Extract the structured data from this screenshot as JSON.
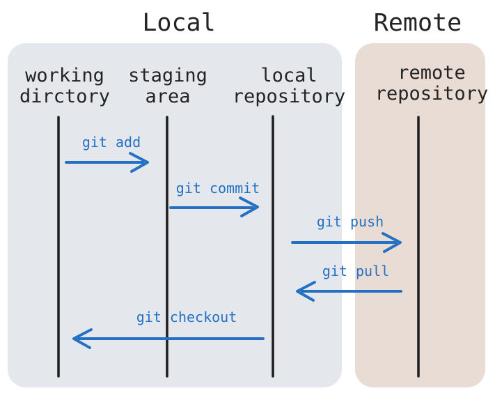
{
  "sections": [
    {
      "title": "Local"
    },
    {
      "title": "Remote"
    }
  ],
  "columns": [
    {
      "line1": "working",
      "line2": "dirctory",
      "section": "Local"
    },
    {
      "line1": "staging",
      "line2": "area",
      "section": "Local"
    },
    {
      "line1": "local",
      "line2": "repository",
      "section": "Local"
    },
    {
      "line1": "remote",
      "line2": "repository",
      "section": "Remote"
    }
  ],
  "arrows": [
    {
      "label": "git add",
      "from": "working dirctory",
      "to": "staging area",
      "direction": "right"
    },
    {
      "label": "git commit",
      "from": "staging area",
      "to": "local repository",
      "direction": "right"
    },
    {
      "label": "git push",
      "from": "local repository",
      "to": "remote repository",
      "direction": "right"
    },
    {
      "label": "git pull",
      "from": "remote repository",
      "to": "local repository",
      "direction": "left"
    },
    {
      "label": "git checkout",
      "from": "local repository",
      "to": "working dirctory",
      "direction": "left"
    }
  ],
  "colors": {
    "local_box": "#e4e8ec",
    "remote_box": "#e8dcd5",
    "arrow": "#2471c4",
    "lifeline": "#1d1d1d",
    "text": "#242424"
  }
}
